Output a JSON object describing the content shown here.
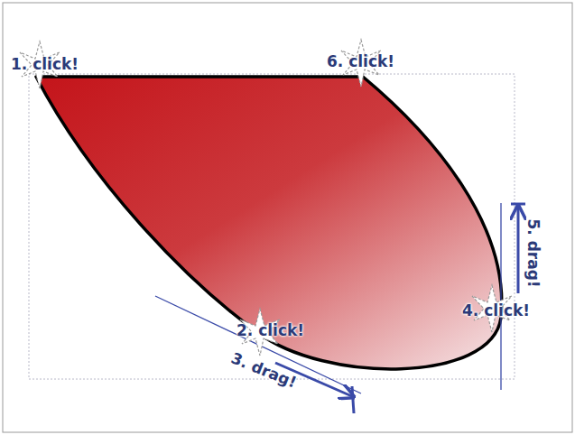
{
  "diagram": {
    "labels": [
      "1. click!",
      "6. click!",
      "2. click!",
      "3. drag!",
      "4. click!",
      "5. drag!"
    ]
  }
}
